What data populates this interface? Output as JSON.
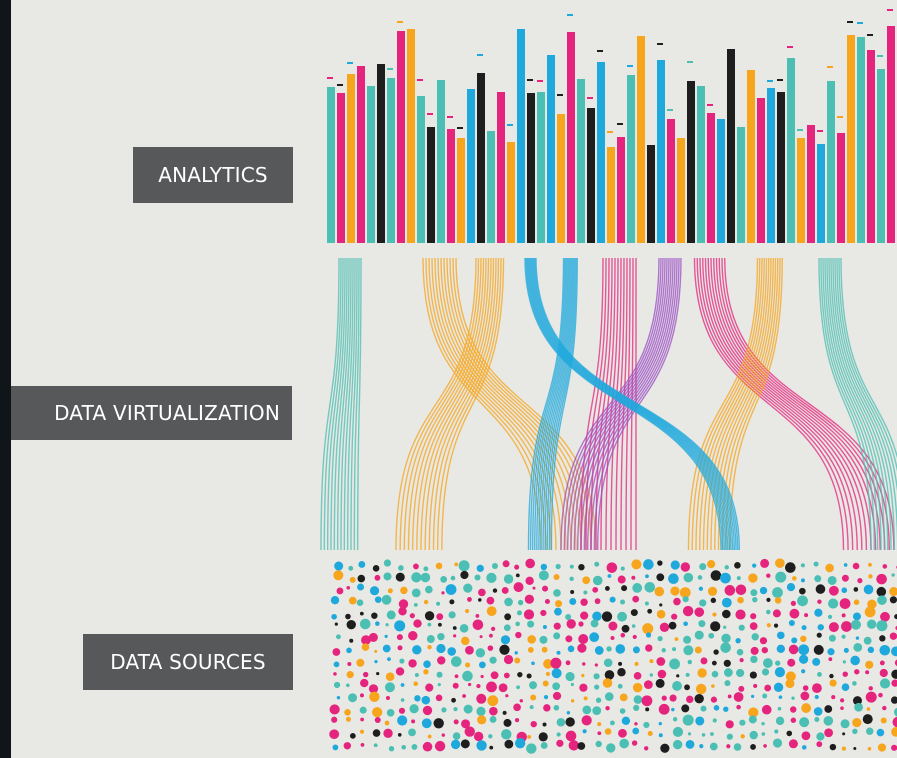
{
  "layers": {
    "analytics": "ANALYTICS",
    "virtualization": "DATA VIRTUALIZATION",
    "sources": "DATA SOURCES"
  },
  "palette": {
    "teal": "#4bbfb3",
    "magenta": "#e5247d",
    "orange": "#f7a51c",
    "blue": "#1fa8dc",
    "black": "#1e1e1e",
    "purple": "#9b4fc4",
    "background": "#e8e8e4",
    "label_background": "#57585a",
    "frame": "#0f1519"
  }
}
